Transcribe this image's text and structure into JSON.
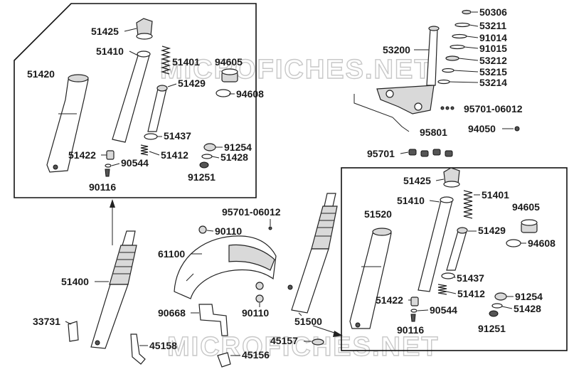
{
  "watermark": "MICROFICHES.NET",
  "colors": {
    "ink": "#1a1a1a",
    "watermark": "#c8c8c8",
    "frame": "#111111",
    "fill_light": "#d9d9d9"
  },
  "labels": {
    "p50306": "50306",
    "p53211": "53211",
    "p91014": "91014",
    "p91015": "91015",
    "p53200": "53200",
    "p53212": "53212",
    "p53215": "53215",
    "p53214": "53214",
    "p95701_06012_top": "95701-06012",
    "p95801": "95801",
    "p94050": "94050",
    "p95701": "95701",
    "l51425": "51425",
    "l51410": "51410",
    "l51401": "51401",
    "l94605": "94605",
    "l51420": "51420",
    "l51429": "51429",
    "l94608": "94608",
    "l51437": "51437",
    "l91254": "91254",
    "l51422": "51422",
    "l51412": "51412",
    "l51428": "51428",
    "l90544": "90544",
    "l91251": "91251",
    "l90116": "90116",
    "p95701_06012_mid": "95701-06012",
    "p90110_a": "90110",
    "p61100": "61100",
    "p51400": "51400",
    "p33731": "33731",
    "p90668": "90668",
    "p90110_b": "90110",
    "p45158": "45158",
    "p45156": "45156",
    "p45157": "45157",
    "p51500": "51500",
    "r51425": "51425",
    "r51410": "51410",
    "r51401": "51401",
    "r51520": "51520",
    "r94605": "94605",
    "r51429": "51429",
    "r94608": "94608",
    "r51437": "51437",
    "r51422": "51422",
    "r51412": "51412",
    "r91254": "91254",
    "r90544": "90544",
    "r51428": "51428",
    "r90116": "90116",
    "r91251": "91251"
  }
}
